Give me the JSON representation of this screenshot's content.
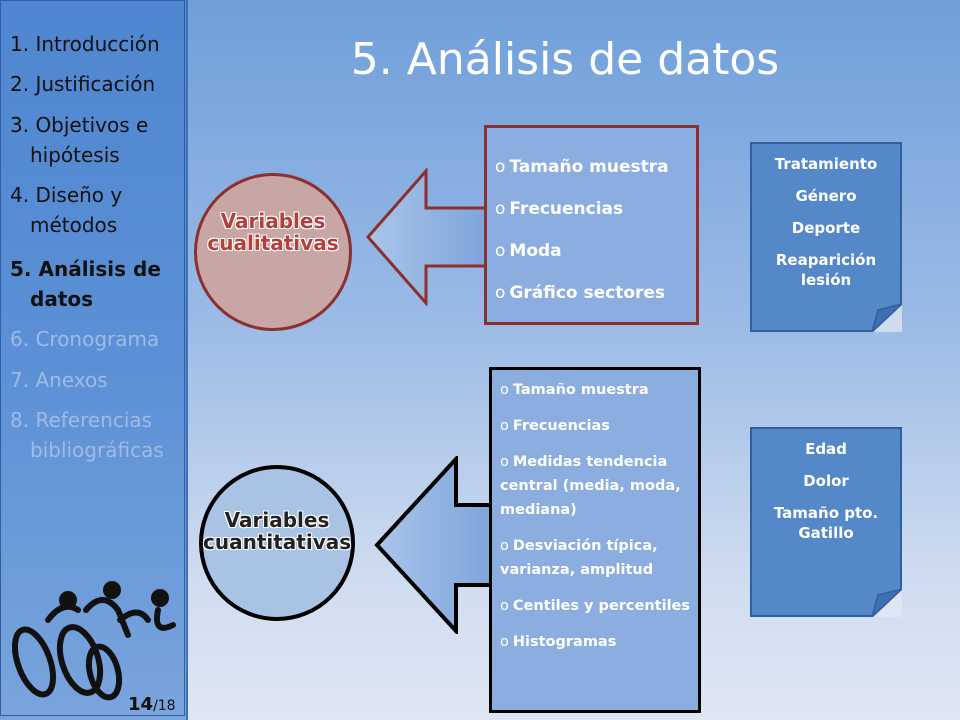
{
  "sidebar": {
    "items": [
      {
        "label": "1. Introducción",
        "state": "normal"
      },
      {
        "label": "2. Justificación",
        "state": "normal"
      },
      {
        "label": "3. Objetivos e",
        "cont": "hipótesis",
        "state": "normal"
      },
      {
        "label": "4. Diseño y",
        "cont": "métodos",
        "state": "normal"
      },
      {
        "label": "5. Análisis de",
        "cont": "datos",
        "state": "active"
      },
      {
        "label": "6. Cronograma",
        "state": "dim"
      },
      {
        "label": "7. Anexos",
        "state": "dim"
      },
      {
        "label": "8. Referencias",
        "cont": "bibliográficas",
        "state": "dim"
      }
    ],
    "logo_icon": "cyclist-runner-logo-icon",
    "page_current": "14",
    "page_total": "/18"
  },
  "title": "5. Análisis de datos",
  "qualitative": {
    "circle_label_1": "Variables",
    "circle_label_2": "cualitativas",
    "list": [
      "Tamaño muestra",
      "Frecuencias",
      "Moda",
      "Gráfico sectores"
    ],
    "note": [
      "Tratamiento",
      "Género",
      "Deporte",
      "Reaparición lesión"
    ]
  },
  "quantitative": {
    "circle_label_1": "Variables",
    "circle_label_2": "cuantitativas",
    "list": [
      "Tamaño muestra",
      "Frecuencias",
      "Medidas tendencia central (media, moda, mediana)",
      "Desviación típica, varianza, amplitud",
      "Centiles y percentiles",
      "Histogramas"
    ],
    "note": [
      "Edad",
      "Dolor",
      "Tamaño pto. Gatillo"
    ]
  },
  "bullet_char": "o",
  "colors": {
    "accent_red": "#8c2f2f",
    "label_red": "#b3403a",
    "note_blue": "#5588c9",
    "box_blue": "#8caddf"
  }
}
